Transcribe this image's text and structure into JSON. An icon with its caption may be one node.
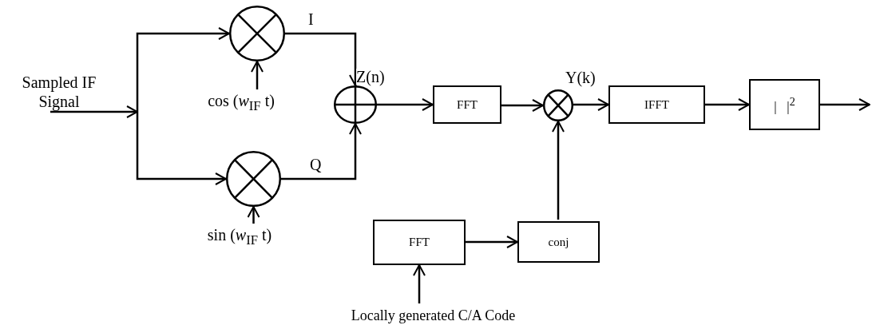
{
  "diagram": {
    "nodes": [
      {
        "text": [
          "Sampled IF Signal"
        ]
      },
      {
        "text": [],
        "shape": "circle"
      },
      {
        "text": [
          "cos (*w*$_{IF}$ t)"
        ]
      },
      {
        "text": [],
        "shape": "circle"
      },
      {
        "text": [
          "sin (*w*$_{IF}$ t)"
        ]
      },
      {
        "text": [],
        "shape": "circle"
      },
      {
        "text": [
          "FFT"
        ]
      },
      {
        "text": [],
        "shape": "circle"
      },
      {
        "text": [
          "IFFT"
        ]
      },
      {
        "text": [
          "|   |$^{2}$"
        ]
      },
      {
        "text": [
          "FFT"
        ]
      },
      {
        "text": [
          "conj"
        ]
      },
      {
        "text": [
          "Locally generated C/A Code"
        ]
      }
    ],
    "edges": [
      {
        "from": 0,
        "to": 1,
        "arrow": "to"
      },
      {
        "from": 0,
        "to": 3,
        "arrow": "to"
      },
      {
        "from": 2,
        "to": 1,
        "arrow": "to"
      },
      {
        "from": 4,
        "to": 3,
        "arrow": "to"
      },
      {
        "from": 1,
        "to": 5,
        "arrow": "to",
        "label": "I"
      },
      {
        "from": 3,
        "to": 5,
        "arrow": "to",
        "label": "Q"
      },
      {
        "from": 5,
        "to": 6,
        "arrow": "to",
        "label": "Z(n)"
      },
      {
        "from": 6,
        "to": 7,
        "arrow": "to"
      },
      {
        "from": 7,
        "to": 8,
        "arrow": "to",
        "label": "Y(k)"
      },
      {
        "from": 8,
        "to": 9,
        "arrow": "to"
      },
      {
        "from": 9,
        "to": null,
        "arrow": "to"
      },
      {
        "from": 12,
        "to": 10,
        "arrow": "to"
      },
      {
        "from": 10,
        "to": 11,
        "arrow": "to"
      },
      {
        "from": 11,
        "to": 7,
        "arrow": "to"
      }
    ]
  }
}
